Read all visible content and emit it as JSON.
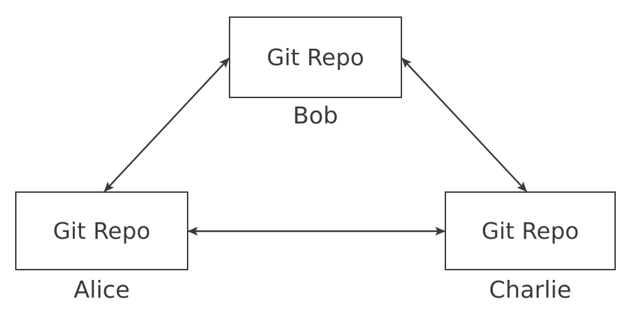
{
  "diagram": {
    "background_color": "#ffffff",
    "stroke_color": "#3a3a3a",
    "title": "",
    "nodes": [
      {
        "id": "bob",
        "label": "Git Repo",
        "caption": "Bob"
      },
      {
        "id": "alice",
        "label": "Git Repo",
        "caption": "Alice"
      },
      {
        "id": "charlie",
        "label": "Git Repo",
        "caption": "Charlie"
      }
    ],
    "edges": [
      {
        "id": "alice-bob",
        "from": "Alice",
        "to": "Bob",
        "direction": "bidirectional",
        "label": ""
      },
      {
        "id": "bob-charlie",
        "from": "Bob",
        "to": "Charlie",
        "direction": "bidirectional",
        "label": ""
      },
      {
        "id": "alice-charlie",
        "from": "Alice",
        "to": "Charlie",
        "direction": "bidirectional",
        "label": ""
      }
    ]
  }
}
